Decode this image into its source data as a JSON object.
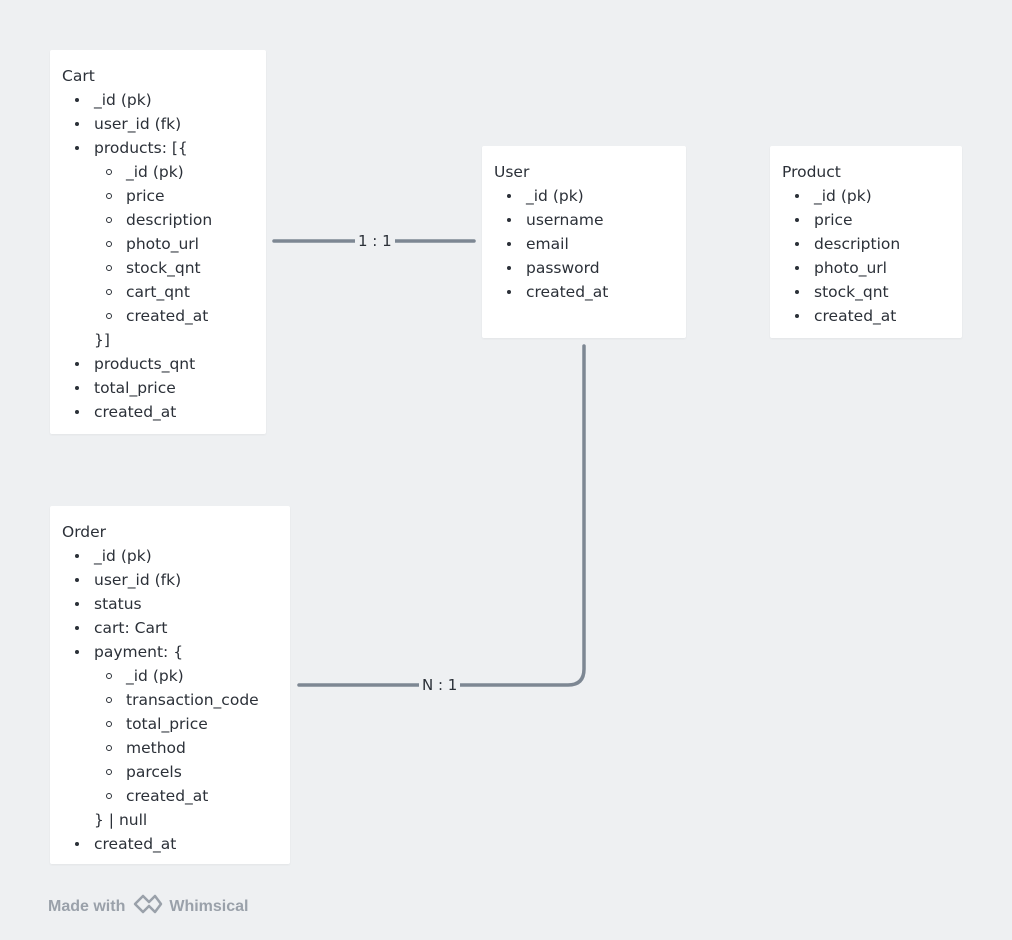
{
  "entities": {
    "cart": {
      "title": "Cart",
      "fields": {
        "id": "_id (pk)",
        "user_id": "user_id (fk)",
        "products_open": "products: [{",
        "products": [
          "_id (pk)",
          "price",
          "description",
          "photo_url",
          "stock_qnt",
          "cart_qnt",
          "created_at"
        ],
        "products_close": "}]",
        "products_qnt": "products_qnt",
        "total_price": "total_price",
        "created_at": "created_at"
      }
    },
    "user": {
      "title": "User",
      "fields": [
        "_id (pk)",
        "username",
        "email",
        "password",
        "created_at"
      ]
    },
    "product": {
      "title": "Product",
      "fields": [
        "_id (pk)",
        "price",
        "description",
        "photo_url",
        "stock_qnt",
        "created_at"
      ]
    },
    "order": {
      "title": "Order",
      "fields": {
        "id": "_id (pk)",
        "user_id": "user_id (fk)",
        "status": "status",
        "cart": "cart: Cart",
        "payment_open": "payment: {",
        "payment": [
          "_id (pk)",
          "transaction_code",
          "total_price",
          "method",
          "parcels",
          "created_at"
        ],
        "payment_close": "} | null",
        "created_at": "created_at"
      }
    }
  },
  "relationships": {
    "cart_user": "1 : 1",
    "order_user": "N : 1"
  },
  "watermark": {
    "prefix": "Made with",
    "brand": "Whimsical"
  },
  "colors": {
    "background": "#eef0f2",
    "connector": "#7d8793",
    "card": "#ffffff"
  }
}
